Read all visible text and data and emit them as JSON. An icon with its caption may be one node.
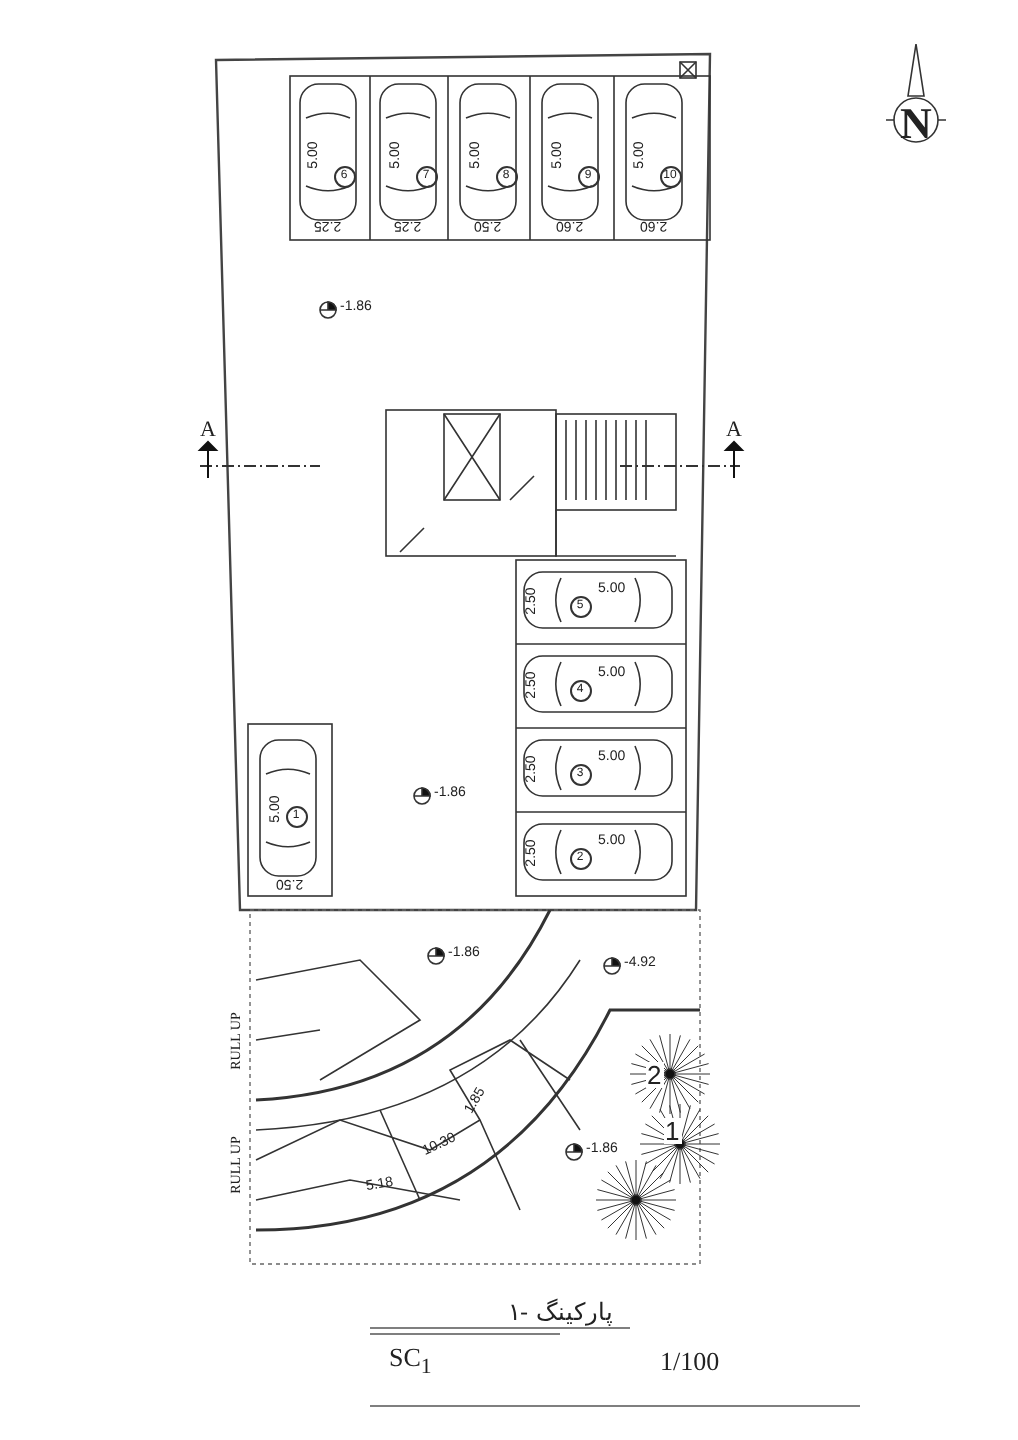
{
  "diagram": {
    "title": "پارکینگ -۱",
    "labels": [
      "N",
      "5.00",
      "6",
      "2.25",
      "5.00",
      "7",
      "2.25",
      "5.00",
      "8",
      "2.50",
      "5.00",
      "9",
      "2.60",
      "5.00",
      "10",
      "2.60",
      "-1.86",
      "A",
      "A",
      "2.50",
      "5.00",
      "5",
      "2.50",
      "5.00",
      "4",
      "2.50",
      "5.00",
      "3",
      "2.50",
      "5.00",
      "2",
      "5.00",
      "1",
      "2.50",
      "-1.86",
      "-1.86",
      "-4.92",
      "RULL UP",
      "2",
      "1.85",
      "10.30",
      "RULL UP",
      "1",
      "-1.86",
      "5.18",
      "SC$_{1}$",
      "1/100"
    ]
  }
}
